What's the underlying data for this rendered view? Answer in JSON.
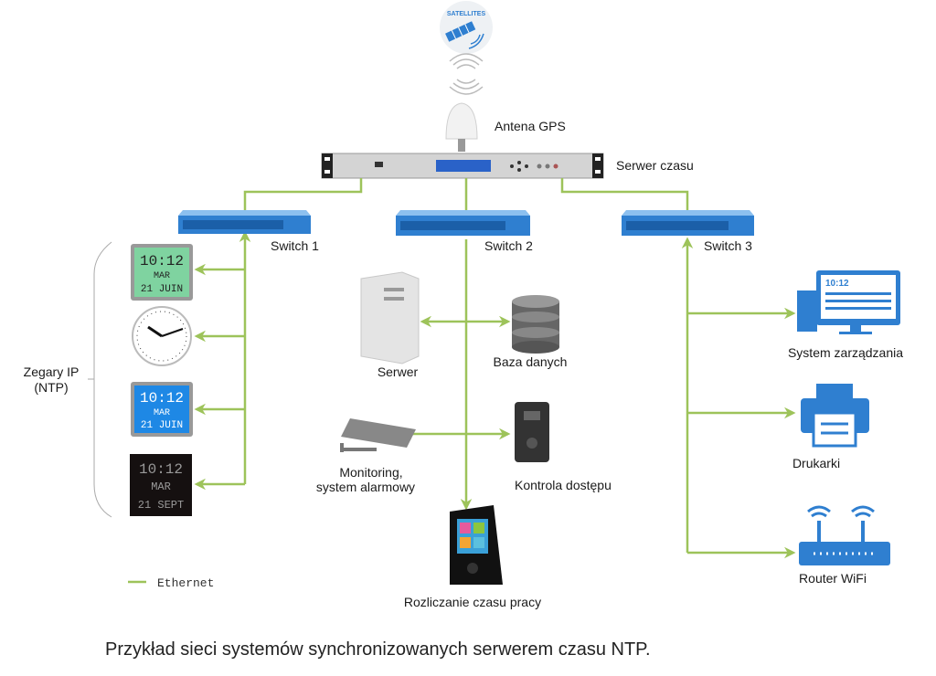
{
  "colors": {
    "ethernet": "#9dc35a",
    "switch": "#2f7fd0",
    "clock_green": "#7fd3a0",
    "clock_blue": "#1e88e5",
    "clock_black": "#151010"
  },
  "satellite": {
    "label": "SATELLITES",
    "icon": "satellite-icon"
  },
  "antenna": {
    "label": "Antena GPS"
  },
  "server": {
    "label": "Serwer czasu"
  },
  "switches": [
    {
      "label": "Switch 1"
    },
    {
      "label": "Switch 2"
    },
    {
      "label": "Switch 3"
    }
  ],
  "clocks": {
    "group_label_1": "Zegary IP",
    "group_label_2": "(NTP)",
    "items": [
      {
        "time": "10:12",
        "day": "MAR",
        "date": "21 JUIN"
      },
      {
        "type": "analog"
      },
      {
        "time": "10:12",
        "day": "MAR",
        "date": "21 JUIN"
      },
      {
        "time": "10:12",
        "day": "MAR",
        "date": "21 SEPT"
      }
    ]
  },
  "switch2_devices": {
    "server": "Serwer",
    "database": "Baza danych",
    "monitoring_1": "Monitoring,",
    "monitoring_2": "system alarmowy",
    "access": "Kontrola dostępu",
    "time_attendance": "Rozliczanie czasu pracy"
  },
  "switch3_devices": {
    "management": "System zarządzania",
    "management_screen_time": "10:12",
    "printers": "Drukarki",
    "router": "Router WiFi"
  },
  "legend": {
    "ethernet": "Ethernet"
  },
  "caption": "Przykład sieci systemów synchronizowanych serwerem czasu NTP."
}
